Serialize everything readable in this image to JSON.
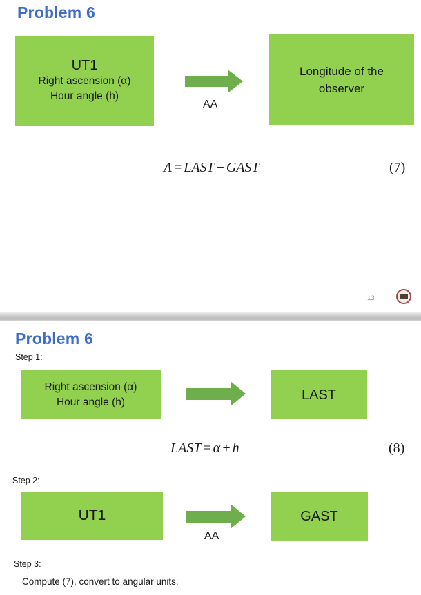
{
  "theme": {
    "title_color": "#3e6dc7",
    "box_fill": "#92d050",
    "arrow_fill": "#6fae4c"
  },
  "slide_top": {
    "title": "Problem 6",
    "input_box": {
      "heading": "UT1",
      "line1": "Right ascension (α)",
      "line2": "Hour angle (h)"
    },
    "arrow_label": "AA",
    "output_box": "Longitude of the observer",
    "equation": {
      "formula": "Λ = LAST − GAST",
      "number": "(7)"
    },
    "page_number": "13"
  },
  "slide_bottom": {
    "title": "Problem 6",
    "step1_label": "Step 1:",
    "step1_input_box": {
      "line1": "Right ascension (α)",
      "line2": "Hour angle (h)"
    },
    "step1_output_box": "LAST",
    "equation": {
      "formula": "LAST = α + h",
      "number": "(8)"
    },
    "step2_label": "Step 2:",
    "step2_input_box": "UT1",
    "step2_arrow_label": "AA",
    "step2_output_box": "GAST",
    "step3_label": "Step 3:",
    "step3_text": "Compute (7), convert to angular units."
  }
}
